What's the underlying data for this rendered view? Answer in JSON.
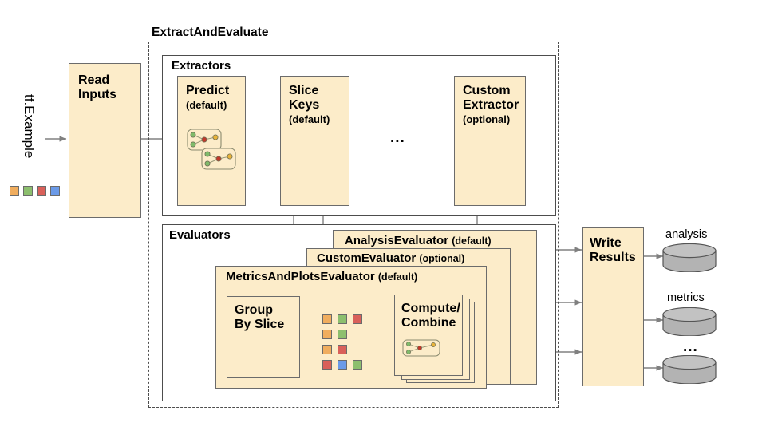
{
  "diagram": {
    "title_outer": "ExtractAndEvaluate",
    "input_label": "tf.Example",
    "ellipsis": "...",
    "colors": {
      "box_fill": "#fcecc9",
      "box_stroke": "#6b6b6b",
      "panel_stroke": "#4d4d4d",
      "arrow": "#808080",
      "swatch_orange": "#f0ad5e",
      "swatch_green": "#8cbf6e",
      "swatch_red": "#d9605a",
      "swatch_blue": "#6b9ae8",
      "cylinder": "#b3b3b3"
    },
    "read_inputs": {
      "title": "Read",
      "title2": "Inputs"
    },
    "extractors": {
      "label": "Extractors",
      "boxes": [
        {
          "title": "Predict",
          "subtitle": "(default)",
          "icon": "graph-nodes-icon"
        },
        {
          "title": "Slice",
          "title2": "Keys",
          "subtitle": "(default)"
        },
        {
          "title": "Custom",
          "title2": "Extractor",
          "subtitle": "(optional)"
        }
      ]
    },
    "evaluators": {
      "label": "Evaluators",
      "stack": [
        {
          "name": "AnalysisEvaluator",
          "suffix": "(default)"
        },
        {
          "name": "CustomEvaluator",
          "suffix": "(optional)"
        },
        {
          "name": "MetricsAndPlotsEvaluator",
          "suffix": "(default)"
        }
      ],
      "group_by_slice": {
        "title": "Group",
        "title2": "By Slice"
      },
      "compute_combine": {
        "title": "Compute/",
        "title2": "Combine",
        "icon": "graph-nodes-icon"
      },
      "slice_swatch_rows": [
        [
          "orange",
          "green",
          "red"
        ],
        [
          "orange",
          "green"
        ],
        [
          "orange",
          "red"
        ],
        [
          "red",
          "blue",
          "green"
        ]
      ]
    },
    "write_results": {
      "title": "Write",
      "title2": "Results"
    },
    "outputs": [
      {
        "label": "analysis",
        "icon": "database-cylinder-icon"
      },
      {
        "label": "metrics",
        "icon": "database-cylinder-icon"
      },
      {
        "label": "...",
        "icon": "database-cylinder-icon"
      }
    ],
    "input_swatches": [
      "orange",
      "green",
      "red",
      "blue"
    ]
  }
}
